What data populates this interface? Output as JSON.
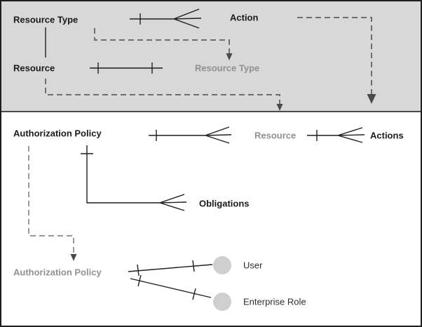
{
  "colors": {
    "canvas_border": "#1f1f1f",
    "panel_fill": "#d8d8d8",
    "panel_border": "#4a4a4a",
    "solid_line": "#1f1f1f",
    "dashed_line_dark": "#6e6e6e",
    "dashed_line_light": "#9a9a9a",
    "arrowhead": "#4a4a4a",
    "black_text": "#1a1a1a",
    "gray_text": "#909090",
    "plain_text": "#2e2e2e",
    "circle_fill": "#cfcfcf"
  },
  "labels": {
    "resource_type": "Resource Type",
    "action": "Action",
    "resource": "Resource",
    "resource_type_ref": "Resource Type",
    "authorization_policy": "Authorization Policy",
    "resource_ref": "Resource",
    "actions": "Actions",
    "obligations": "Obligations",
    "authorization_policy_ref": "Authorization Policy",
    "user": "User",
    "enterprise_role": "Enterprise Role"
  }
}
